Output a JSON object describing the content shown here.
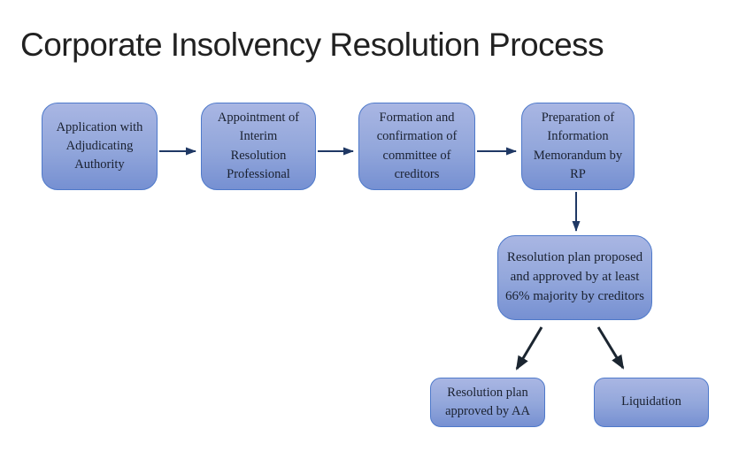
{
  "title": "Corporate Insolvency Resolution Process",
  "flowchart": {
    "nodes": [
      {
        "id": "application-aa",
        "label": "Application with\nAdjudicating\nAuthority"
      },
      {
        "id": "appointment-irp",
        "label": "Appointment of\nInterim\nResolution\nProfessional"
      },
      {
        "id": "coc-formation",
        "label": "Formation and\nconfirmation of\ncommittee of\ncreditors"
      },
      {
        "id": "information-memorandum",
        "label": "Preparation of\nInformation\nMemorandum by\nRP"
      },
      {
        "id": "resolution-plan-vote",
        "label": "Resolution plan proposed\nand approved by at least\n66% majority by creditors"
      },
      {
        "id": "plan-approved-aa",
        "label": "Resolution plan\napproved by AA"
      },
      {
        "id": "liquidation",
        "label": "Liquidation"
      }
    ],
    "edges": [
      {
        "from": "application-aa",
        "to": "appointment-irp"
      },
      {
        "from": "appointment-irp",
        "to": "coc-formation"
      },
      {
        "from": "coc-formation",
        "to": "information-memorandum"
      },
      {
        "from": "information-memorandum",
        "to": "resolution-plan-vote"
      },
      {
        "from": "resolution-plan-vote",
        "to": "plan-approved-aa"
      },
      {
        "from": "resolution-plan-vote",
        "to": "liquidation"
      }
    ]
  },
  "theme": {
    "background": "#ffffff",
    "title_color": "#212121",
    "text_color": "#1a2130",
    "node_fill_top": "#a9b6e3",
    "node_fill_mid": "#93a7db",
    "node_fill_bottom": "#7690d2",
    "node_border": "#4e79ca",
    "arrow_color": "#1f3864",
    "arrow_diag_color": "#1b2530"
  }
}
